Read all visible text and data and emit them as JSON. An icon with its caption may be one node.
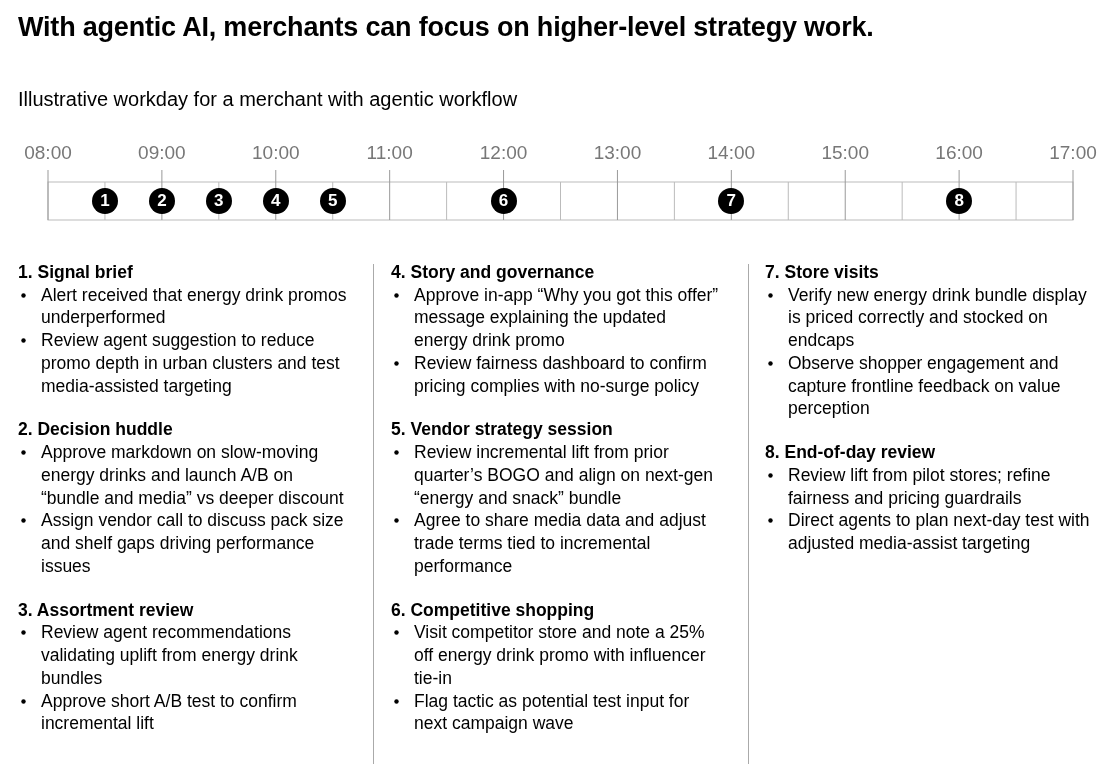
{
  "diagram": {
    "title": "With agentic AI, merchants can focus on higher-level strategy work.",
    "nodes": [
      {
        "text": [
          "1"
        ]
      },
      {
        "text": [
          "2"
        ]
      },
      {
        "text": [
          "3"
        ]
      },
      {
        "text": [
          "4"
        ]
      },
      {
        "text": [
          "5"
        ]
      },
      {
        "text": [
          "6"
        ]
      },
      {
        "text": [
          "7"
        ]
      },
      {
        "text": [
          "8"
        ]
      }
    ],
    "labels": [
      "Illustrative workday for a merchant with agentic workflow",
      "08:00",
      "09:00",
      "10:00",
      "11:00",
      "12:00",
      "13:00",
      "14:00",
      "15:00",
      "16:00",
      "17:00",
      "1. Signal brief",
      "Alert received that energy drink promos underperformed",
      "Review agent suggestion to reduce promo depth in urban clusters and test media-assisted targeting",
      "2. Decision huddle",
      "Approve markdown on slow-moving energy drinks and launch A/B on “bundle and media” vs deeper discount",
      "Assign vendor call to discuss pack size and shelf gaps driving performance issues",
      "3. Assortment review",
      "Review agent recommendations validating uplift from energy drink bundles",
      "Approve short A/B test to confirm incremental lift",
      "4. Story and governance",
      "Approve in-app “Why you got this offer” message explaining the updated energy drink promo",
      "Review fairness dashboard to confirm pricing complies with no-surge policy",
      "5. Vendor strategy session",
      "Review incremental lift from prior quarter’s BOGO and align on next-gen “energy and snack” bundle",
      "Agree to share media data and adjust trade terms tied to incremental performance",
      "6. Competitive shopping",
      "Visit competitor store and note a 25% off energy drink promo with influencer tie-in",
      "Flag tactic as potential test input for next campaign wave",
      "7. Store visits",
      "Verify new energy drink bundle display is priced correctly and stocked on endcaps",
      "Observe shopper engagement and capture frontline feedback on value perception",
      "8. End-of-day review",
      "Review lift from pilot stores; refine fairness and pricing guardrails",
      "Direct agents to plan next-day test with adjusted media-assist targeting"
    ]
  }
}
